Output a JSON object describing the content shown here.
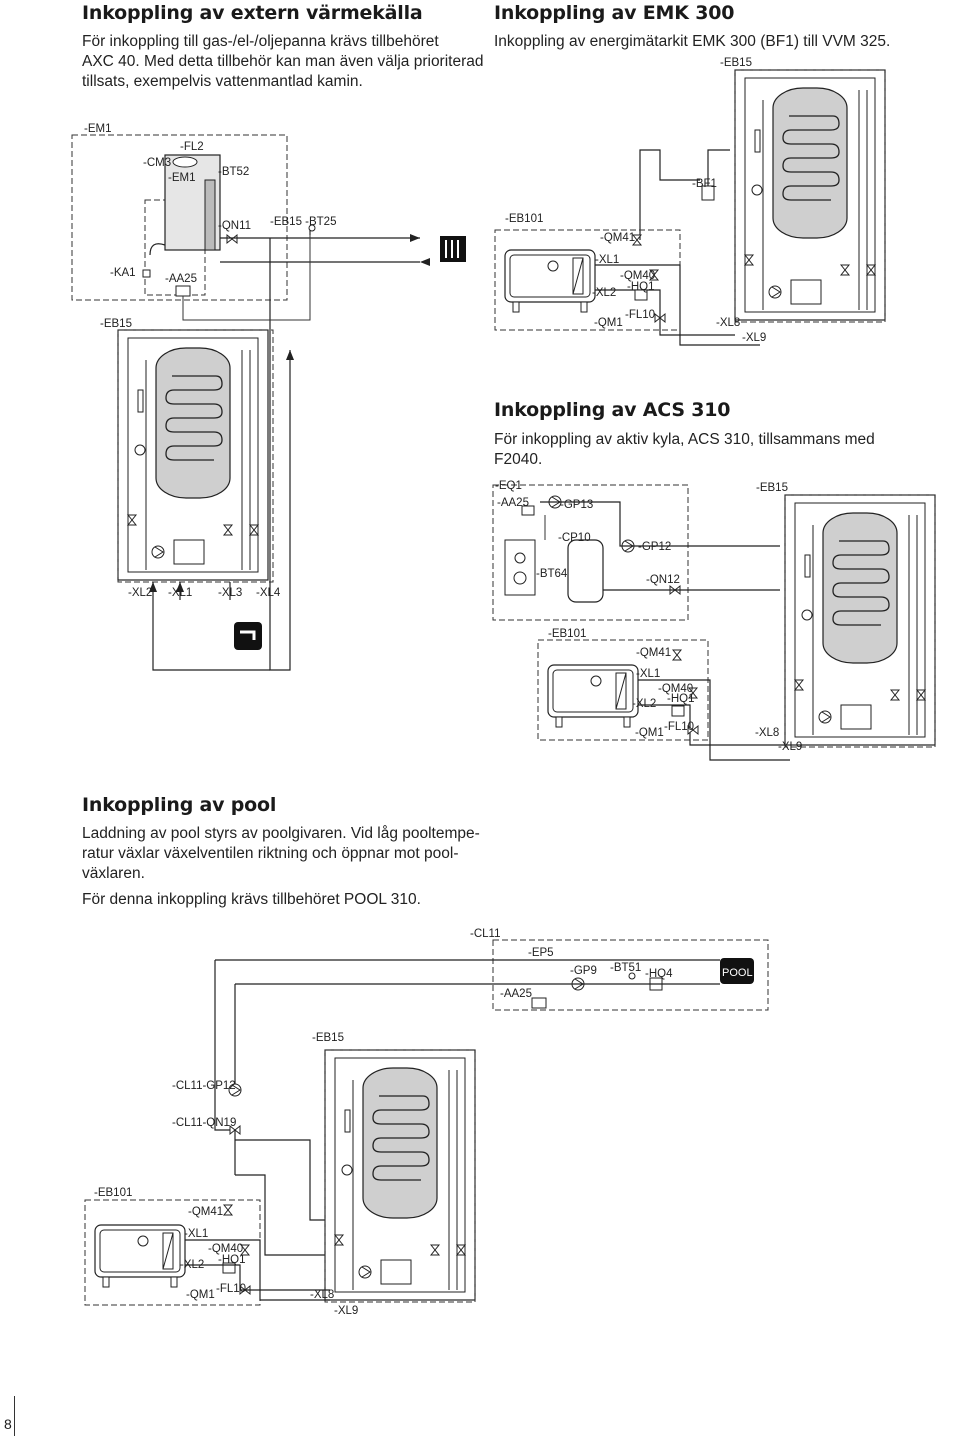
{
  "sections": {
    "extern": {
      "heading": "Inkoppling av extern värmekälla",
      "lines": [
        "För inkoppling till gas-/el-/oljepanna krävs tillbehöret",
        "AXC 40. Med detta tillbehör kan man även välja prioriterad",
        "tillsats, exempelvis vattenmantlad kamin."
      ]
    },
    "emk": {
      "heading": "Inkoppling av EMK 300",
      "lines": [
        "Inkoppling av energimätarkit EMK 300 (BF1) till VVM 325."
      ]
    },
    "acs": {
      "heading": "Inkoppling av ACS 310",
      "lines": [
        "För inkoppling av aktiv kyla, ACS 310, tillsammans med",
        "F2040."
      ]
    },
    "pool": {
      "heading": "Inkoppling av pool",
      "lines": [
        "Laddning av pool styrs av poolgivaren. Vid låg pooltempe-",
        "ratur växlar växelventilen riktning och öppnar mot pool-",
        "växlaren."
      ],
      "note": "För denna inkoppling krävs tillbehöret POOL 310."
    }
  },
  "diagram_labels": {
    "d1": {
      "em1_outer": "-EM1",
      "fl2": "-FL2",
      "cm3": "-CM3",
      "em1_inner": "-EM1",
      "bt52": "-BT52",
      "qn11": "-QN11",
      "eb15_bt25": "-EB15 -BT25",
      "ka1": "-KA1",
      "aa25": "-AA25",
      "eb15": "-EB15",
      "xl2": "-XL2",
      "xl1": "-XL1",
      "xl3": "-XL3",
      "xl4": "-XL4",
      "eb15_top": "-EB15",
      "bf1": "-BF1",
      "eb101": "-EB101",
      "qm41": "-QM41",
      "xl1b": "-XL1",
      "qm40": "-QM40",
      "hq1": "-HQ1",
      "xl2b": "-XL2",
      "fl10": "-FL10",
      "qm1": "-QM1",
      "xl8": "-XL8",
      "xl9": "-XL9"
    },
    "d2": {
      "eq1": "-EQ1",
      "aa25": "-AA25",
      "gp13": "-GP13",
      "cp10": "-CP10",
      "gp12": "-GP12",
      "bt64": "-BT64",
      "qn12": "-QN12",
      "eb15": "-EB15",
      "eb101": "-EB101",
      "qm41": "-QM41",
      "xl1": "-XL1",
      "qm40": "-QM40",
      "hq1": "-HQ1",
      "xl2": "-XL2",
      "fl10": "-FL10",
      "qm1": "-QM1",
      "xl8": "-XL8",
      "xl9": "-XL9"
    },
    "d3": {
      "cl11": "-CL11",
      "ep5": "-EP5",
      "gp9": "-GP9",
      "bt51": "-BT51",
      "hq4": "-HQ4",
      "aa25": "-AA25",
      "pool": "POOL",
      "eb15": "-EB15",
      "cl11_gp12": "-CL11-GP12",
      "cl11_qn19": "-CL11-QN19",
      "eb101": "-EB101",
      "qm41": "-QM41",
      "xl1": "-XL1",
      "qm40": "-QM40",
      "hq1": "-HQ1",
      "xl2": "-XL2",
      "qm1": "-QM1",
      "fl10": "-FL10",
      "xl8": "-XL8",
      "xl9": "-XL9"
    }
  },
  "page_number": "8"
}
